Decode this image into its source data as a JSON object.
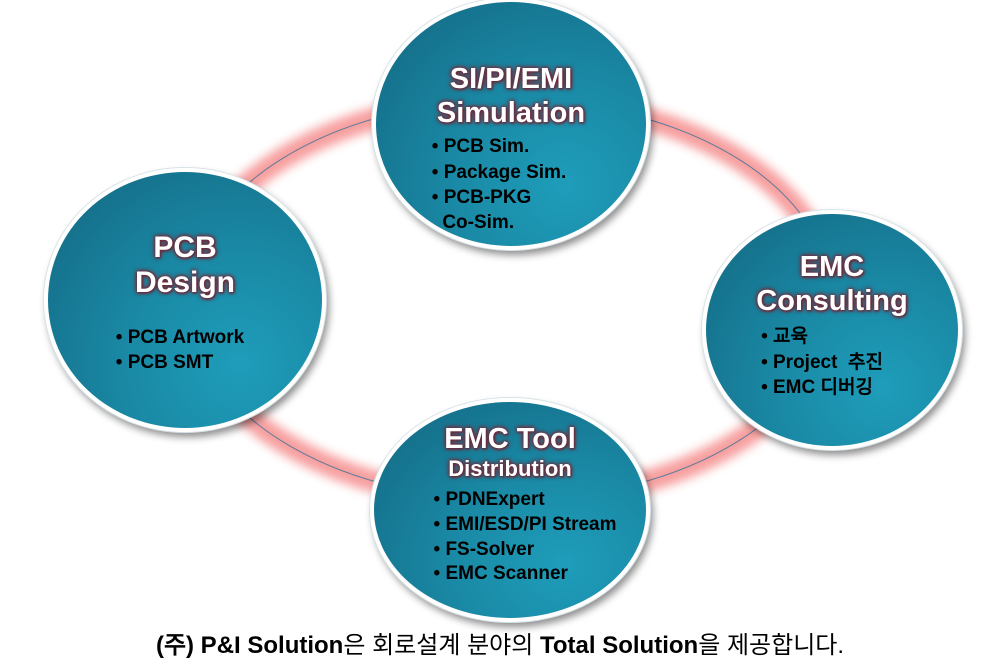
{
  "colors": {
    "node_fill": "#1a8aa6",
    "ring_glow": "#f59a9a",
    "ring_line": "#5a7a9a",
    "title_glow": "#6b2c3c"
  },
  "nodes": {
    "simulation": {
      "title_lines": [
        "SI/PI/EMI",
        "Simulation"
      ],
      "items": [
        "PCB Sim.",
        "Package Sim.",
        "PCB-PKG",
        "Co-Sim."
      ]
    },
    "pcb_design": {
      "title_lines": [
        "PCB",
        "Design"
      ],
      "items": [
        "PCB Artwork",
        "PCB SMT"
      ]
    },
    "emc_consulting": {
      "title_lines": [
        "EMC",
        "Consulting"
      ],
      "items": [
        "교육",
        "Project  추진",
        "EMC 디버깅"
      ]
    },
    "emc_tool": {
      "title_lines": [
        "EMC Tool",
        "Distribution"
      ],
      "items": [
        "PDNExpert",
        "EMI/ESD/PI Stream",
        "FS-Solver",
        "EMC Scanner"
      ]
    }
  },
  "caption": {
    "part1": "(주) P&I Solution",
    "part2": "은 회로설계 분야의 ",
    "part3": "Total Solution",
    "part4": "을 제공합니다."
  }
}
